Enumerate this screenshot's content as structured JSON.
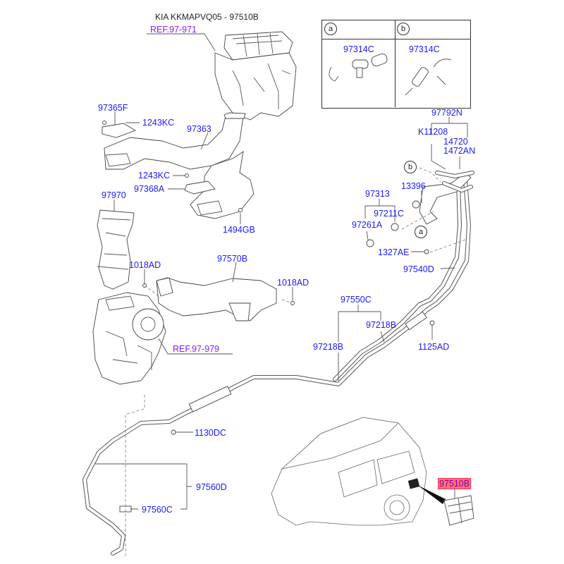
{
  "header": {
    "title": "KIA KKMAPVQ05 - 97510B"
  },
  "references": [
    {
      "id": "ref-top",
      "text": "REF.97-971"
    },
    {
      "id": "ref-bottom",
      "text": "REF.97-979"
    }
  ],
  "detail_box": {
    "panels": [
      {
        "marker": "a",
        "part_number": "97314C"
      },
      {
        "marker": "b",
        "part_number": "97314C"
      }
    ]
  },
  "callout_markers": [
    "b",
    "a"
  ],
  "part_labels": {
    "p97365F": "97365F",
    "p1243KC_1": "1243KC",
    "p97363": "97363",
    "p1243KC_2": "1243KC",
    "p97368A": "97368A",
    "p1494GB": "1494GB",
    "p97970": "97970",
    "p1018AD_1": "1018AD",
    "p97570B": "97570B",
    "p1018AD_2": "1018AD",
    "p97792N": "97792N",
    "pK11208": "K11208",
    "p14720": "14720",
    "p1472AN": "1472AN",
    "p13396": "13396",
    "p97313": "97313",
    "p97211C": "97211C",
    "p97261A": "97261A",
    "p1327AE": "1327AE",
    "p97540D": "97540D",
    "p97550C": "97550C",
    "p97218B_1": "97218B",
    "p97218B_2": "97218B",
    "p1125AD": "1125AD",
    "p1130DC": "1130DC",
    "p97560D": "97560D",
    "p97560C": "97560C"
  },
  "highlighted_part": {
    "label": "97510B",
    "highlight_color": "#ff6f7f"
  },
  "colors": {
    "part_label": "#1a1aff",
    "reference_label": "#8a1aff"
  }
}
